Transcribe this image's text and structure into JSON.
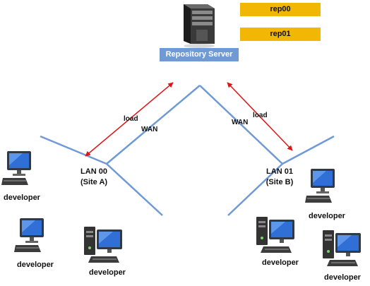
{
  "server": {
    "label": "Repository Server"
  },
  "repositories": [
    {
      "name": "rep00"
    },
    {
      "name": "rep01"
    }
  ],
  "links": {
    "wan_label": "WAN",
    "load_label": "load"
  },
  "lans": [
    {
      "name": "LAN 00",
      "site": "(Site A)"
    },
    {
      "name": "LAN 01",
      "site": "(Site B)"
    }
  ],
  "machines": {
    "developer_label": "developer"
  },
  "colors": {
    "network_line": "#6f9ad6",
    "load_arrow": "#e01414",
    "repo_fill": "#f2b705",
    "server_banner": "#6f9ad6"
  }
}
